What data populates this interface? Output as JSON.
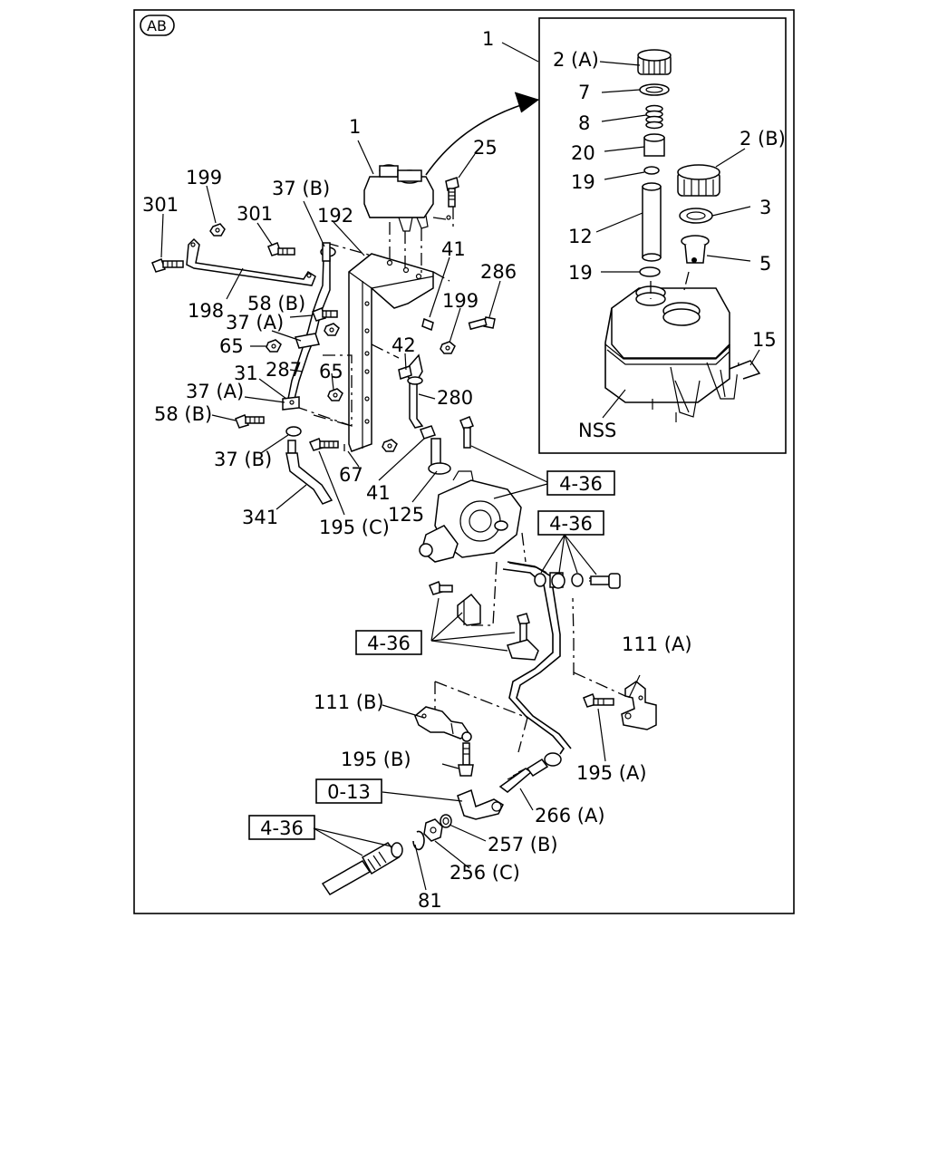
{
  "badge": "AB",
  "inset": {
    "labels": {
      "p1": "1",
      "p2a": "2 (A)",
      "p7": "7",
      "p8": "8",
      "p20": "20",
      "p19a": "19",
      "p12": "12",
      "p19b": "19",
      "p2b": "2 (B)",
      "p3": "3",
      "p5": "5",
      "p15": "15",
      "nss": "NSS"
    }
  },
  "labels": {
    "t1": "1",
    "t25": "25",
    "t199a": "199",
    "t301a": "301",
    "t37b1": "37 (B)",
    "t301b": "301",
    "t192": "192",
    "t41a": "41",
    "t286": "286",
    "t198": "198",
    "t58b1": "58 (B)",
    "t37a1": "37 (A)",
    "t199b": "199",
    "t65a": "65",
    "t42": "42",
    "t31": "31",
    "t287": "287",
    "t65b": "65",
    "t37a2": "37 (A)",
    "t280": "280",
    "t58b2": "58 (B)",
    "t37b2": "37 (B)",
    "t67": "67",
    "t41b": "41",
    "t125": "125",
    "t341": "341",
    "t195c": "195 (C)",
    "t111a": "111 (A)",
    "t111b": "111 (B)",
    "t195b": "195 (B)",
    "t195a": "195 (A)",
    "t266a": "266 (A)",
    "t257b": "257 (B)",
    "t256c": "256 (C)",
    "t81": "81"
  },
  "refs": {
    "r1": "4-36",
    "r2": "4-36",
    "r3": "4-36",
    "r4": "0-13",
    "r5": "4-36"
  }
}
